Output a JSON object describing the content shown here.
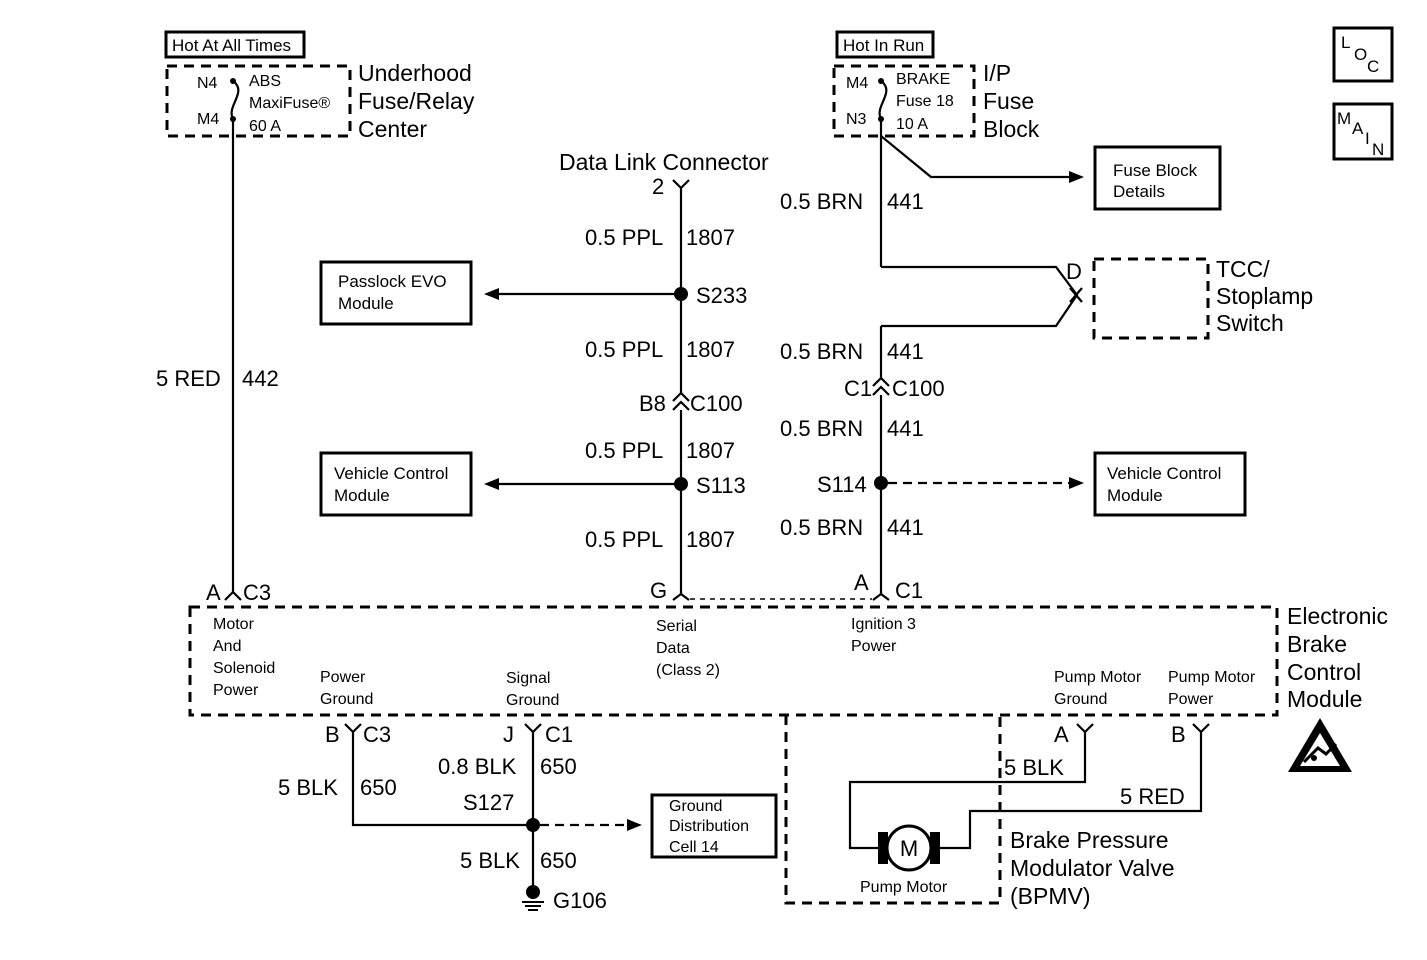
{
  "fuse_ul": {
    "badge": "Hot At All Times",
    "pin_top": "N4",
    "pin_bot": "M4",
    "fuse_l1": "ABS",
    "fuse_l2": "MaxiFuse®",
    "fuse_l3": "60 A",
    "name_l1": "Underhood",
    "name_l2": "Fuse/Relay",
    "name_l3": "Center"
  },
  "fuse_ip": {
    "badge": "Hot In Run",
    "pin_top": "M4",
    "pin_bot": "N3",
    "fuse_l1": "BRAKE",
    "fuse_l2": "Fuse 18",
    "fuse_l3": "10 A",
    "name_l1": "I/P",
    "name_l2": "Fuse",
    "name_l3": "Block"
  },
  "nav": {
    "loc": [
      "L",
      "O",
      "C"
    ],
    "main": [
      "M",
      "A",
      "I",
      "N"
    ]
  },
  "dlc": {
    "title": "Data Link Connector",
    "pin": "2"
  },
  "modules": {
    "passlock_l1": "Passlock EVO",
    "passlock_l2": "Module",
    "vcm_left_l1": "Vehicle Control",
    "vcm_left_l2": "Module",
    "vcm_right_l1": "Vehicle Control",
    "vcm_right_l2": "Module",
    "fuse_details_l1": "Fuse Block",
    "fuse_details_l2": "Details",
    "gdc_l1": "Ground",
    "gdc_l2": "Distribution",
    "gdc_l3": "Cell 14"
  },
  "tcc": {
    "pin": "D",
    "l1": "TCC/",
    "l2": "Stoplamp",
    "l3": "Switch"
  },
  "wires": {
    "w442_size": "5 RED",
    "w442_num": "442",
    "ppl_size": "0.5 PPL",
    "ppl_num": "1807",
    "brn_size": "0.5 BRN",
    "brn_num": "441",
    "blk650_size": "5 BLK",
    "blk650_num": "650",
    "blk08_size": "0.8 BLK",
    "pump_blk": "5 BLK",
    "pump_red": "5 RED"
  },
  "splices": {
    "s233": "S233",
    "s113": "S113",
    "s114": "S114",
    "s127": "S127",
    "g106": "G106"
  },
  "connectors": {
    "b8": "B8",
    "c100": "C100",
    "c1": "C1",
    "c3": "C3",
    "a": "A",
    "g": "G",
    "b": "B",
    "j": "J"
  },
  "ebcm": {
    "name_l1": "Electronic",
    "name_l2": "Brake",
    "name_l3": "Control",
    "name_l4": "Module",
    "motor_l1": "Motor",
    "motor_l2": "And",
    "motor_l3": "Solenoid",
    "motor_l4": "Power",
    "serial_l1": "Serial",
    "serial_l2": "Data",
    "serial_l3": "(Class 2)",
    "ign_l1": "Ignition 3",
    "ign_l2": "Power",
    "pg_l1": "Power",
    "pg_l2": "Ground",
    "sg_l1": "Signal",
    "sg_l2": "Ground",
    "pmg_l1": "Pump Motor",
    "pmg_l2": "Ground",
    "pmp_l1": "Pump Motor",
    "pmp_l2": "Power"
  },
  "bpmv": {
    "l1": "Brake Pressure",
    "l2": "Modulator Valve",
    "l3": "(BPMV)",
    "motor_symbol": "M",
    "motor_label": "Pump Motor"
  }
}
